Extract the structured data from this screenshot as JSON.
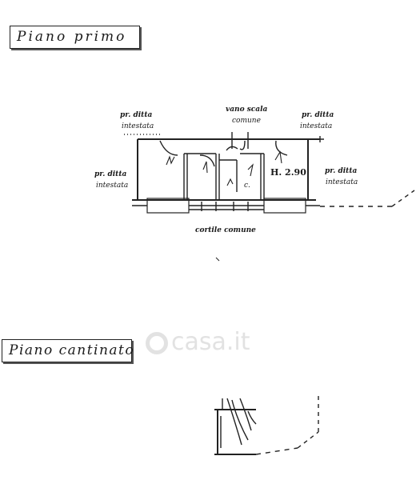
{
  "floor_plan": {
    "first_floor": {
      "title": "Piano primo",
      "labels": {
        "neighbor_top_left": "pr. ditta",
        "neighbor_top_left_sub": "intestata",
        "stairwell": "vano scala",
        "stairwell_sub": "comune",
        "neighbor_top_right": "pr. ditta",
        "neighbor_top_right_sub": "intestata",
        "neighbor_left": "pr. ditta",
        "neighbor_left_sub": "intestata",
        "neighbor_right": "pr. ditta",
        "neighbor_right_sub": "intestata",
        "height": "H. 2.90",
        "bathroom": "c.",
        "courtyard": "cortile comune"
      }
    },
    "basement": {
      "title": "Piano cantinato"
    },
    "watermark": "casa.it"
  }
}
